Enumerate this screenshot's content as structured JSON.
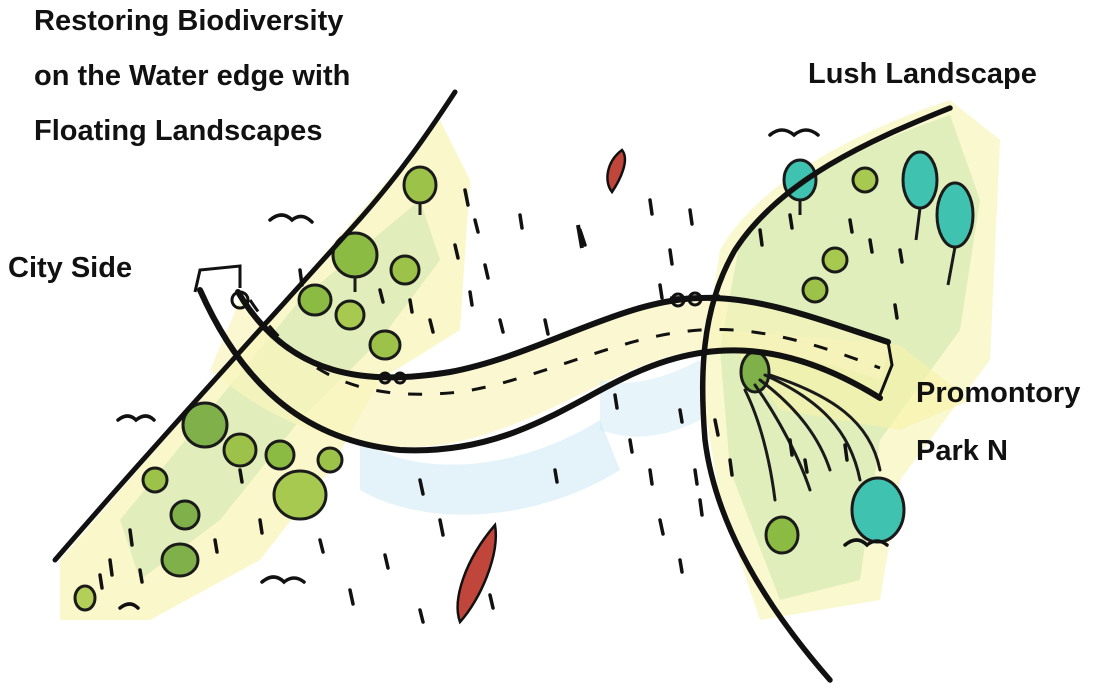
{
  "title": {
    "line1": "Restoring Biodiversity",
    "line2": "on the Water edge with",
    "line3": "Floating Landscapes"
  },
  "labels": {
    "lush_landscape": "Lush Landscape",
    "city_side": "City Side",
    "promontory_line1": "Promontory",
    "promontory_line2": "Park N"
  },
  "colors": {
    "ink": "#111111",
    "yellow_wash": "#f3ee8a",
    "green_wash": "#b9dc8f",
    "tree_green": "#7fb04a",
    "tree_teal": "#3fc3b0",
    "water_blue": "#bfe4f2",
    "boat_red": "#c0453a"
  },
  "icons": [
    "bird-icon",
    "tree-icon",
    "boat-icon"
  ]
}
